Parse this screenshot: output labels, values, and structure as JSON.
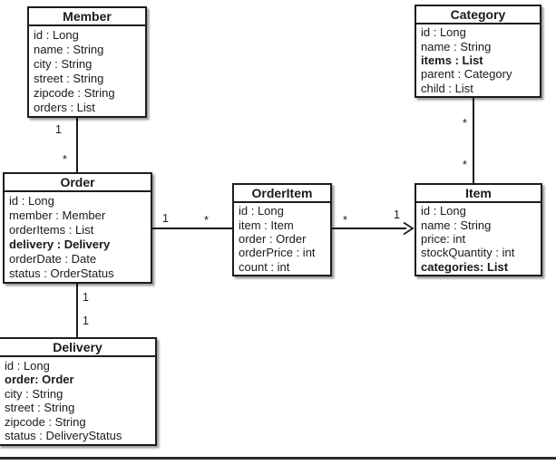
{
  "diagram_type": "uml-class-diagram",
  "colors": {
    "background": "#ffffff",
    "box_border": "#1c1c1c",
    "text": "#1a1a1a",
    "footer_rule": "#282d32"
  },
  "classes": [
    {
      "name": "Member",
      "attributes": [
        {
          "text": "id : Long",
          "bold": false
        },
        {
          "text": "name : String",
          "bold": false
        },
        {
          "text": "city : String",
          "bold": false
        },
        {
          "text": "street : String",
          "bold": false
        },
        {
          "text": "zipcode : String",
          "bold": false
        },
        {
          "text": "orders : List",
          "bold": false
        }
      ]
    },
    {
      "name": "Category",
      "attributes": [
        {
          "text": "id : Long",
          "bold": false
        },
        {
          "text": "name : String",
          "bold": false
        },
        {
          "text": "items : List",
          "bold": true
        },
        {
          "text": "parent : Category",
          "bold": false
        },
        {
          "text": "child : List",
          "bold": false
        }
      ]
    },
    {
      "name": "Order",
      "attributes": [
        {
          "text": "id : Long",
          "bold": false
        },
        {
          "text": "member : Member",
          "bold": false
        },
        {
          "text": "orderItems : List",
          "bold": false
        },
        {
          "text": "delivery : Delivery",
          "bold": true
        },
        {
          "text": "orderDate : Date",
          "bold": false
        },
        {
          "text": "status : OrderStatus",
          "bold": false
        }
      ]
    },
    {
      "name": "OrderItem",
      "attributes": [
        {
          "text": "id : Long",
          "bold": false
        },
        {
          "text": "item : Item",
          "bold": false
        },
        {
          "text": "order : Order",
          "bold": false
        },
        {
          "text": "orderPrice : int",
          "bold": false
        },
        {
          "text": "count : int",
          "bold": false
        }
      ]
    },
    {
      "name": "Item",
      "attributes": [
        {
          "text": "id : Long",
          "bold": false
        },
        {
          "text": "name : String",
          "bold": false
        },
        {
          "text": "price: int",
          "bold": false
        },
        {
          "text": "stockQuantity : int",
          "bold": false
        },
        {
          "text": "categories: List",
          "bold": true
        }
      ]
    },
    {
      "name": "Delivery",
      "attributes": [
        {
          "text": "id : Long",
          "bold": false
        },
        {
          "text": "order: Order",
          "bold": true
        },
        {
          "text": "city : String",
          "bold": false
        },
        {
          "text": "street : String",
          "bold": false
        },
        {
          "text": "zipcode : String",
          "bold": false
        },
        {
          "text": "status : DeliveryStatus",
          "bold": false
        }
      ]
    }
  ],
  "relationships": [
    {
      "from": "Member",
      "to": "Order",
      "from_multiplicity": "1",
      "to_multiplicity": "*",
      "arrow": "none"
    },
    {
      "from": "Order",
      "to": "OrderItem",
      "from_multiplicity": "1",
      "to_multiplicity": "*",
      "arrow": "none"
    },
    {
      "from": "OrderItem",
      "to": "Item",
      "from_multiplicity": "*",
      "to_multiplicity": "1",
      "arrow": "open-arrow-to-item"
    },
    {
      "from": "Category",
      "to": "Item",
      "from_multiplicity": "*",
      "to_multiplicity": "*",
      "arrow": "none"
    },
    {
      "from": "Order",
      "to": "Delivery",
      "from_multiplicity": "1",
      "to_multiplicity": "1",
      "arrow": "none"
    }
  ]
}
